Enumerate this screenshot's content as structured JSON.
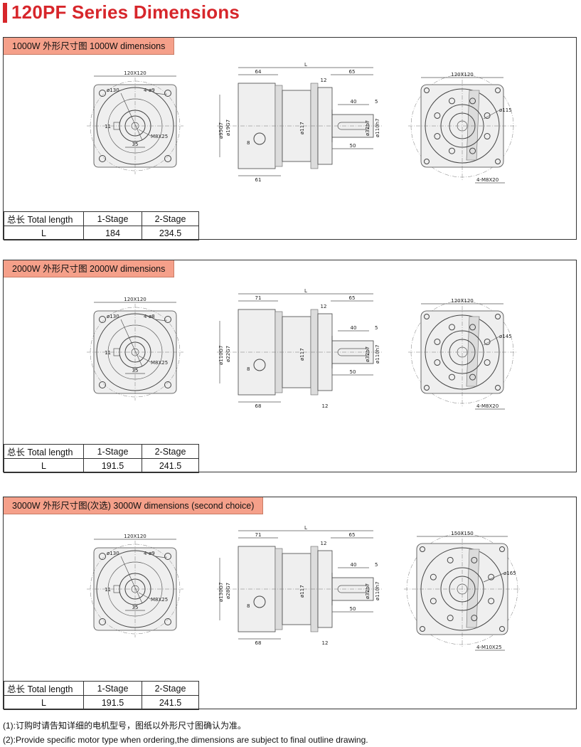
{
  "page": {
    "title": "120PF Series Dimensions"
  },
  "sections": [
    {
      "header": "1000W 外形尺寸图 1000W dimensions",
      "table": {
        "col_header": "总长 Total length",
        "row_label": "L",
        "stage1_label": "1-Stage",
        "stage2_label": "2-Stage",
        "stage1_value": "184",
        "stage2_value": "234.5"
      },
      "front": {
        "square": "120X120",
        "circle": "ø130",
        "holes": "4-ø9",
        "thread": "M8X25",
        "key": "35",
        "shaft": "11"
      },
      "side": {
        "L": "L",
        "d64": "64",
        "d65": "65",
        "d12": "12",
        "d40": "40",
        "d5": "5",
        "d50": "50",
        "d61": "61",
        "pilot": "ø95G7",
        "bore": "ø19G7",
        "dia117": "ø117",
        "shaft_d": "ø32h7",
        "flange_d": "ø110h7",
        "small": "8"
      },
      "rear": {
        "square": "120X120",
        "pcd": "ø115",
        "holes": "4-M8X20"
      }
    },
    {
      "header": "2000W 外形尺寸图 2000W dimensions",
      "table": {
        "col_header": "总长 Total length",
        "row_label": "L",
        "stage1_label": "1-Stage",
        "stage2_label": "2-Stage",
        "stage1_value": "191.5",
        "stage2_value": "241.5"
      },
      "front": {
        "square": "120X120",
        "circle": "ø130",
        "holes": "4-ø8",
        "thread": "M8X25",
        "key": "35",
        "shaft": "11"
      },
      "side": {
        "L": "L",
        "d64": "71",
        "d65": "65",
        "d12": "12",
        "d40": "40",
        "d5": "5",
        "d50": "50",
        "d61": "68",
        "d12b": "12",
        "pilot": "ø110G7",
        "bore": "ø22G7",
        "dia117": "ø117",
        "shaft_d": "ø32h7",
        "flange_d": "ø110h7",
        "small": "8"
      },
      "rear": {
        "square": "120X120",
        "pcd": "ø145",
        "holes": "4-M8X20"
      }
    },
    {
      "header": "3000W 外形尺寸图(次选) 3000W dimensions (second choice)",
      "table": {
        "col_header": "总长 Total length",
        "row_label": "L",
        "stage1_label": "1-Stage",
        "stage2_label": "2-Stage",
        "stage1_value": "191.5",
        "stage2_value": "241.5"
      },
      "front": {
        "square": "120X120",
        "circle": "ø130",
        "holes": "4-ø9",
        "thread": "M8X25",
        "key": "35",
        "shaft": "11"
      },
      "side": {
        "L": "L",
        "d64": "71",
        "d65": "65",
        "d12": "12",
        "d40": "40",
        "d5": "5",
        "d50": "50",
        "d61": "68",
        "d12b": "12",
        "pilot": "ø130G7",
        "bore": "ø28G7",
        "dia117": "ø117",
        "shaft_d": "ø32h7",
        "flange_d": "ø110h7",
        "small": "8"
      },
      "rear": {
        "square": "150X150",
        "pcd": "ø165",
        "holes": "4-M10X25"
      }
    }
  ],
  "notes": [
    "(1):订购时请告知详细的电机型号，图纸以外形尺寸图确认为准。",
    "(2):Provide specific motor type when ordering,the dimensions are subject to final outline drawing."
  ],
  "colors": {
    "accent": "#d7262b",
    "header_bg": "#f5a08a"
  }
}
